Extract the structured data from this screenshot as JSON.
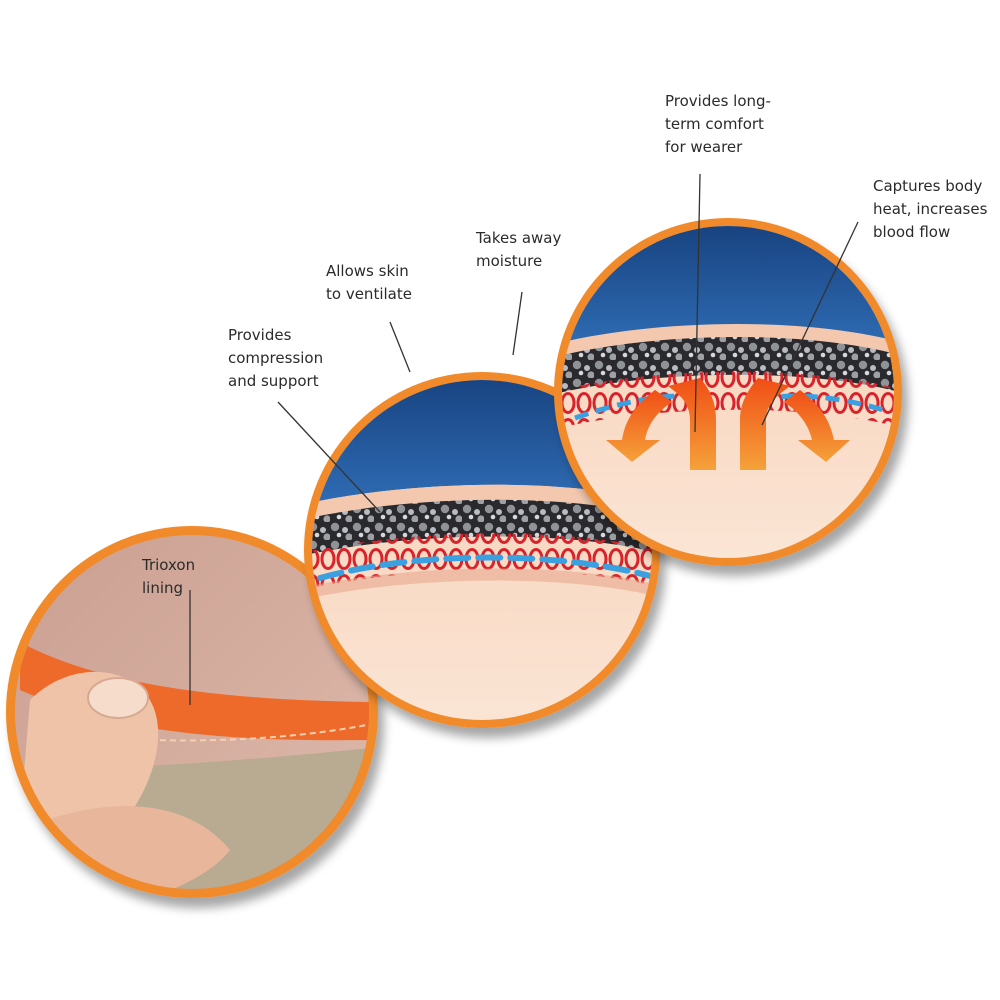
{
  "labels": {
    "trioxon": [
      "Trioxon",
      "lining"
    ],
    "compression": [
      "Provides",
      "compression",
      "and support"
    ],
    "ventilate": [
      "Allows skin",
      "to ventilate"
    ],
    "moisture": [
      "Takes away",
      "moisture"
    ],
    "comfort": [
      "Provides long-",
      "term comfort",
      "for wearer"
    ],
    "heat": [
      "Captures body",
      "heat, increases",
      "blood flow"
    ]
  },
  "colors": {
    "ring": "#f08a2a",
    "sky": "#1f4f93",
    "skin": "#f8d8c2",
    "fiber": "#d8232a",
    "moisture": "#3aa0e0",
    "heat": "#f26a1b",
    "liner": "#ee6a2a"
  }
}
